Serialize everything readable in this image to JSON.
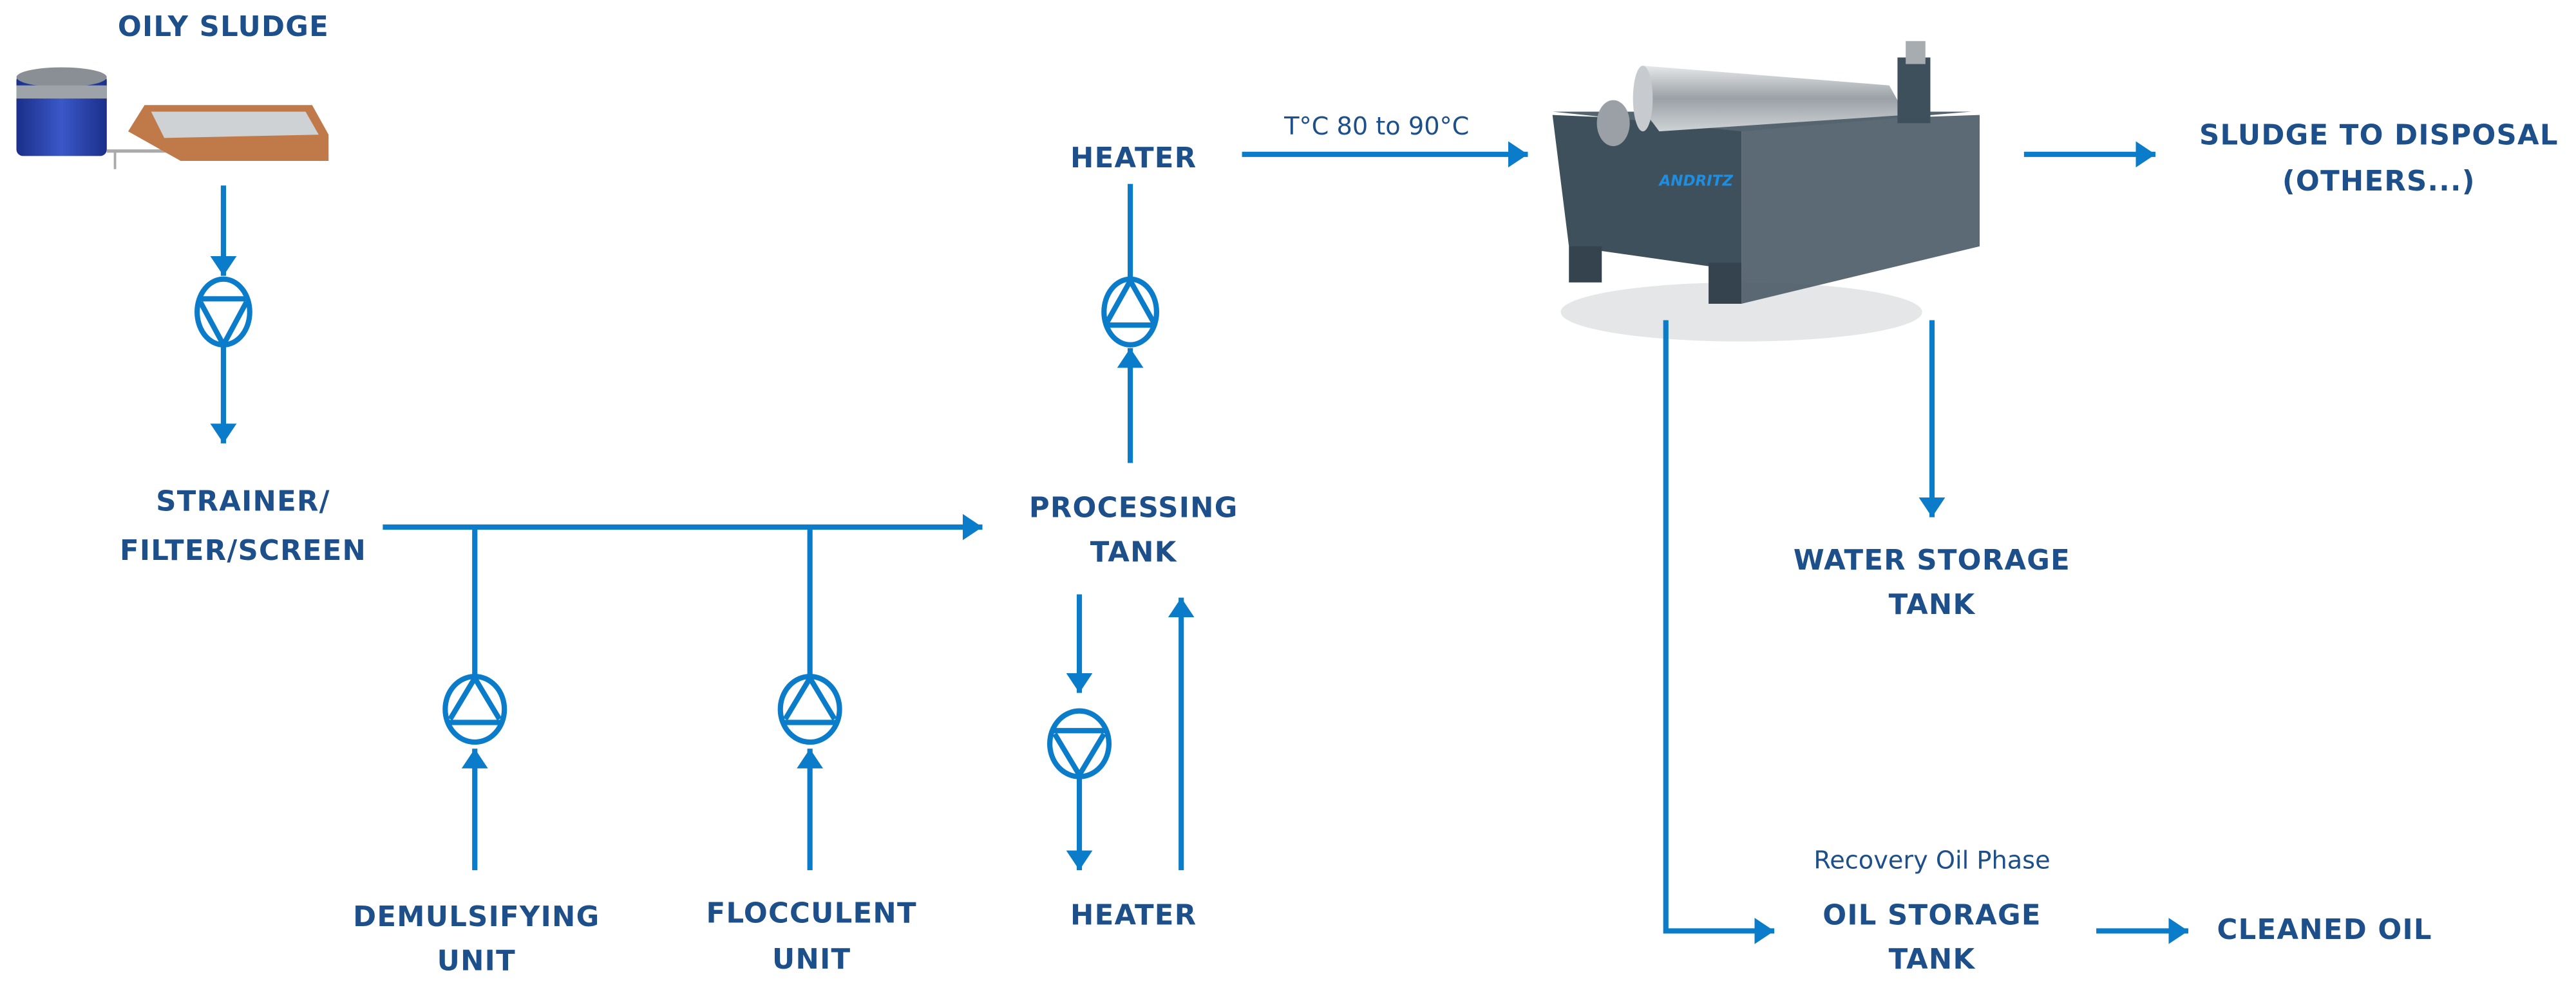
{
  "colors": {
    "line": "#0a7cc9",
    "text": "#1d4f8a"
  },
  "nodes": {
    "oily_sludge": "OILY SLUDGE",
    "strainer_1": "STRAINER/",
    "strainer_2": "FILTER/SCREEN",
    "processing_1": "PROCESSING",
    "processing_2": "TANK",
    "heater_top": "HEATER",
    "heater_bottom": "HEATER",
    "demulsifying_1": "DEMULSIFYING",
    "demulsifying_2": "UNIT",
    "flocculent_1": "FLOCCULENT",
    "flocculent_2": "UNIT",
    "sludge_1": "SLUDGE TO DISPOSAL",
    "sludge_2": "(OTHERS...)",
    "water_1": "WATER STORAGE",
    "water_2": "TANK",
    "oil_1": "OIL STORAGE",
    "oil_2": "TANK",
    "cleaned_oil": "CLEANED OIL"
  },
  "annotations": {
    "temperature": "T°C 80 to 90°C",
    "recovery": "Recovery Oil Phase"
  },
  "centrifuge_logo": "ANDRITZ",
  "icons": [
    "pump-icon",
    "arrow-icon",
    "sludge-tank-image",
    "filter-tray-image",
    "decanter-centrifuge-image"
  ]
}
